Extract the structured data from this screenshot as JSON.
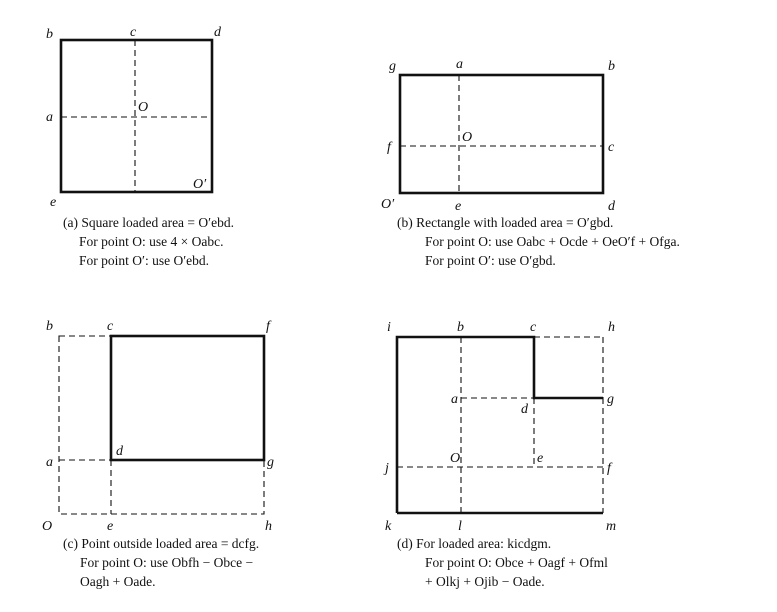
{
  "panels": {
    "a": {
      "labels": {
        "b": "b",
        "c": "c",
        "d": "d",
        "a": "a",
        "O": "O",
        "e": "e",
        "Op": "O′"
      },
      "caption": [
        "(a) Square loaded area = O′ebd.",
        "For point O: use 4 × Oabc.",
        "For point O′: use O′ebd."
      ]
    },
    "b": {
      "labels": {
        "g": "g",
        "a": "a",
        "b": "b",
        "f": "f",
        "O": "O",
        "c": "c",
        "Op": "O′",
        "e": "e",
        "d": "d"
      },
      "caption": [
        "(b) Rectangle with loaded area = O′gbd.",
        "For point O: use Oabc + Ocde + OeO′f + Ofga.",
        "For point O′: use O′gbd."
      ]
    },
    "c": {
      "labels": {
        "b": "b",
        "c": "c",
        "f": "f",
        "a": "a",
        "d": "d",
        "g": "g",
        "O": "O",
        "e": "e",
        "h": "h"
      },
      "caption": [
        "(c) Point outside loaded area = dcfg.",
        "For point O: use Obfh − Obce −",
        "Oagh + Oade."
      ]
    },
    "d": {
      "labels": {
        "i": "i",
        "b": "b",
        "c": "c",
        "h": "h",
        "a": "a",
        "d": "d",
        "g": "g",
        "j": "j",
        "O": "O",
        "e": "e",
        "f": "f",
        "k": "k",
        "l": "l",
        "m": "m"
      },
      "caption": [
        "(d) For loaded area: kicdgm.",
        "For point O: Obce + Oagf + Ofml",
        "+ Olkj + Ojib − Oade."
      ]
    }
  }
}
